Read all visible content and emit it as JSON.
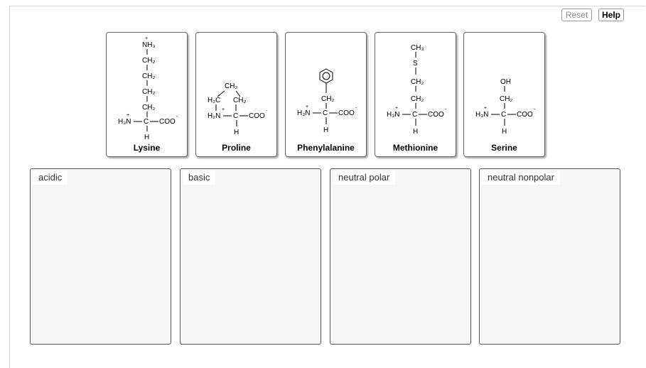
{
  "toolbar": {
    "reset_label": "Reset",
    "help_label": "Help"
  },
  "cards": [
    {
      "name": "Lysine"
    },
    {
      "name": "Proline"
    },
    {
      "name": "Phenylalanine"
    },
    {
      "name": "Methionine"
    },
    {
      "name": "Serine"
    }
  ],
  "bins": [
    {
      "label": "acidic"
    },
    {
      "label": "basic"
    },
    {
      "label": "neutral polar"
    },
    {
      "label": "neutral nonpolar"
    }
  ],
  "chem": {
    "nh3": "NH₃",
    "ch2": "CH₂",
    "ch3": "CH₃",
    "h3n": "H₃N",
    "h2n": "H₂N",
    "h2c": "H₂C",
    "c": "C",
    "coo": "COO",
    "h": "H",
    "s": "S",
    "oh": "OH",
    "plus": "+",
    "minus": "-"
  }
}
